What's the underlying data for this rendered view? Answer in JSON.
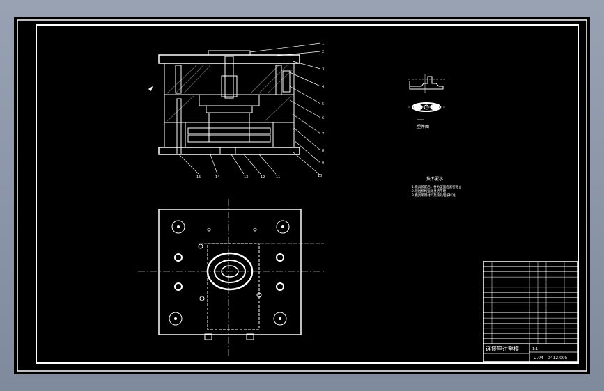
{
  "drawing": {
    "leader_numbers_right": [
      "1",
      "2",
      "3",
      "4",
      "5",
      "6",
      "7",
      "8",
      "9",
      "10"
    ],
    "leader_numbers_bottom": [
      "15",
      "14",
      "13",
      "12",
      "11"
    ],
    "part_caption": "塑件图",
    "notes_title": "技术要求",
    "notes": [
      "1.模具装配后，各分型面应紧密贴合",
      "2.顶出机构运动灵活平稳",
      "3.模具所用材料及热处理按标准"
    ]
  },
  "title_block": {
    "bom_rows": 16,
    "title": "连接座注塑模",
    "drawing_no": "U.04 - 0412.005",
    "scale_text": "1:1"
  },
  "colors": {
    "background": "#000000",
    "lines": "#ffffff",
    "window": "#8d97a8"
  }
}
